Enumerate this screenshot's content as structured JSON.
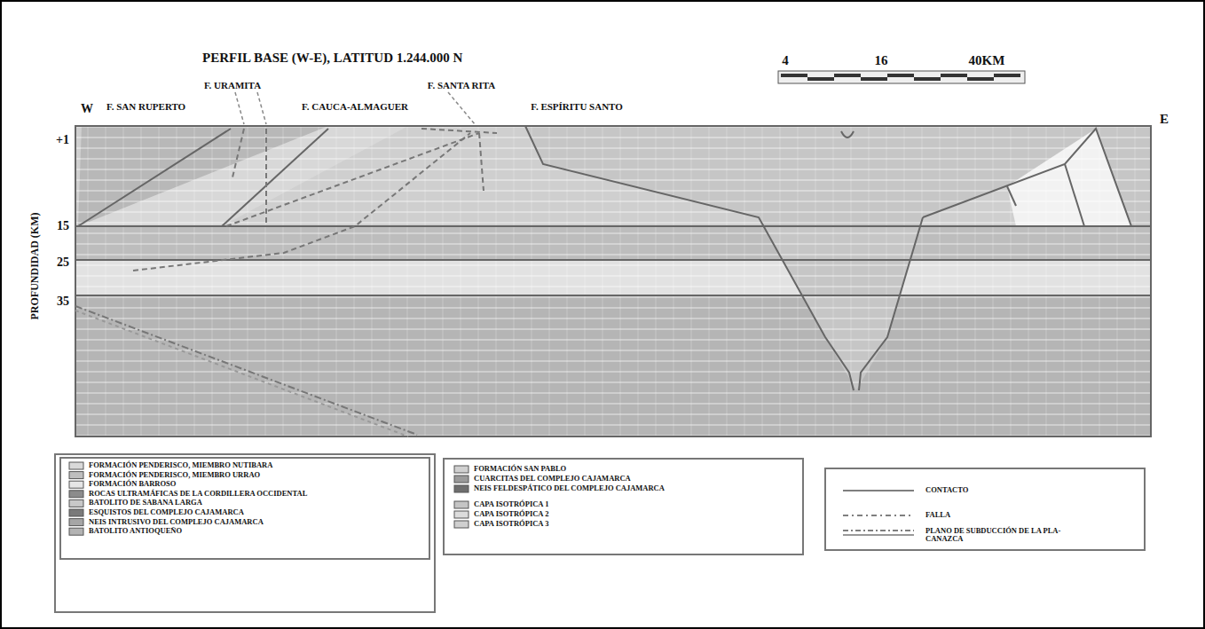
{
  "diagram": {
    "title": "PERFIL BASE (W-E), LATITUD 1.244.000 N",
    "labels": [
      "4",
      "16",
      "40KM",
      "W",
      "E",
      "F. SAN RUPERTO",
      "F. URAMITA",
      "F. CAUCA-ALMAGUER",
      "F. SANTA RITA",
      "F. ESPÍRITU SANTO",
      "+1",
      "15",
      "25",
      "35",
      "PROFUNDIDAD (KM)"
    ],
    "legend": [
      {
        "text": "FORMACIÓN PENDERISCO, MIEMBRO NUTIBARA",
        "color": "#d9d9d9"
      },
      {
        "text": "FORMACIÓN PENDERISCO, MIEMBRO URRAO",
        "color": "#bfbfbf"
      },
      {
        "text": "FORMACIÓN BARROSO",
        "color": "#e6e6e6"
      },
      {
        "text": "ROCAS ULTRAMÁFICAS DE LA CORDILLERA OCCIDENTAL",
        "color": "#8c8c8c"
      },
      {
        "text": "BATOLITO DE SABANA LARGA",
        "color": "#c8c8c8"
      },
      {
        "text": "ESQUISTOS DEL COMPLEJO CAJAMARCA",
        "color": "#7a7a7a"
      },
      {
        "text": "NEIS INTRUSIVO DEL COMPLEJO CAJAMARCA",
        "color": "#a6a6a6"
      },
      {
        "text": "BATOLITO ANTIOQUEÑO",
        "color": "#b3b3b3"
      },
      {
        "text": "FORMACIÓN SAN PABLO",
        "color": "#d0d0d0"
      },
      {
        "text": "CUARCITAS DEL COMPLEJO CAJAMARCA",
        "color": "#9a9a9a"
      },
      {
        "text": "NEIS FELDESPÁTICO DEL COMPLEJO CAJAMARCA",
        "color": "#6e6e6e"
      },
      {
        "text": "CAPA ISOTRÓPICA 1",
        "color": "#c4c4c4"
      },
      {
        "text": "CAPA ISOTRÓPICA 2",
        "color": "#dcdcdc"
      },
      {
        "text": "CAPA ISOTRÓPICA 3",
        "color": "#cfcfcf"
      },
      {
        "text": "CONTACTO"
      },
      {
        "text": "FALLA"
      },
      {
        "text": "PLANO DE SUBDUCCIÓN DE LA PLA- CANAZCA"
      }
    ]
  }
}
